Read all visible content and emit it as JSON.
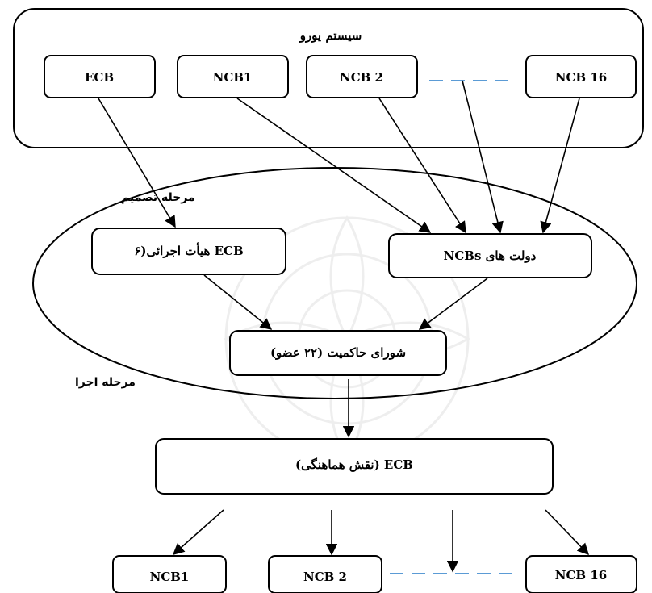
{
  "title": "سیستم یورو",
  "stage_labels": {
    "decision": "مرحله تصمیم",
    "execution": "مرحله اجرا"
  },
  "top_row": {
    "ecb": "ECB",
    "ncb1": "NCB1",
    "ncb2": "NCB 2",
    "ncb16": "NCB 16"
  },
  "middle": {
    "ecb_board": "ECB هیأت اجرائی(۶",
    "ncb_governments": "دولت های NCBs",
    "governing_council": "شورای حاکمیت (۲۲ عضو)"
  },
  "coordination": "ECB (نقش هماهنگی)",
  "bottom_row": {
    "ncb1": "NCB1",
    "ncb2": "NCB 2",
    "ncb16": "NCB 16"
  },
  "colors": {
    "stroke": "#000000",
    "dash": "#5b9bd5",
    "watermark": "#d9d9d9"
  }
}
